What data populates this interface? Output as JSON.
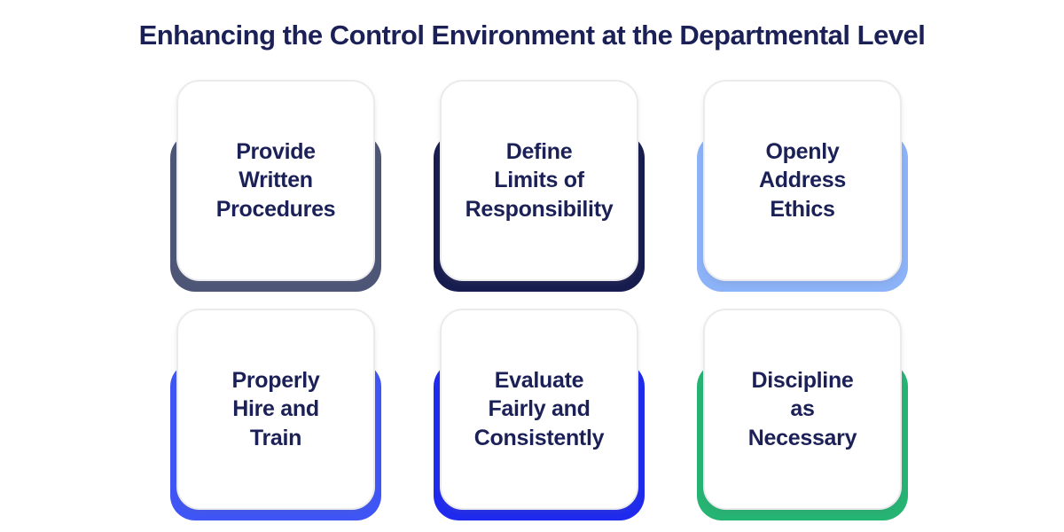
{
  "title": "Enhancing the Control Environment at the Departmental Level",
  "title_color": "#1b2157",
  "text_color": "#1b2157",
  "background_color": "#ffffff",
  "cards": [
    {
      "label": "Provide\nWritten\nProcedures",
      "color": "#4d5677"
    },
    {
      "label": "Define\nLimits of\nResponsibility",
      "color": "#171c4e"
    },
    {
      "label": "Openly\nAddress\nEthics",
      "color": "#8cb2f8"
    },
    {
      "label": "Properly\nHire and\nTrain",
      "color": "#3f55f6"
    },
    {
      "label": "Evaluate\nFairly and\nConsistently",
      "color": "#1f2aee"
    },
    {
      "label": "Discipline\nas\nNecessary",
      "color": "#25b472"
    }
  ]
}
